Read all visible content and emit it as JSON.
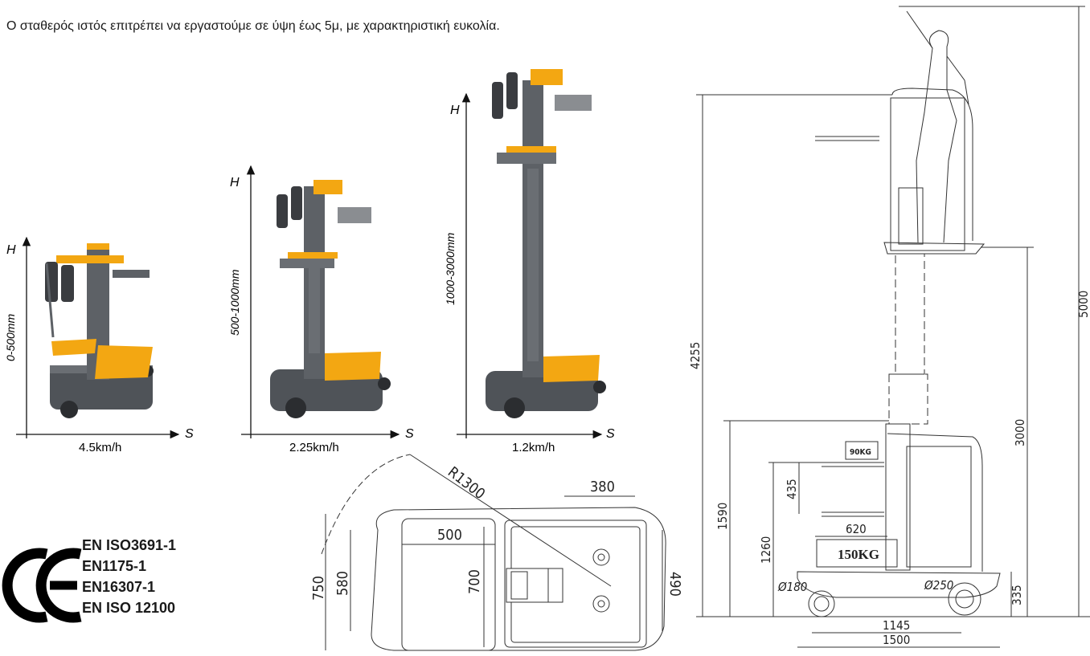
{
  "intro_text": "Ο σταθερός ιστός επιτρέπει να εργαστούμε σε ύψη έως 5μ, με χαρακτηριστική ευκολία.",
  "axes": [
    {
      "y_label": "H",
      "x_label": "S",
      "range": "0-500mm",
      "speed": "4.5km/h"
    },
    {
      "y_label": "H",
      "x_label": "S",
      "range": "500-1000mm",
      "speed": "2.25km/h"
    },
    {
      "y_label": "H",
      "x_label": "S",
      "range": "1000-3000mm",
      "speed": "1.2km/h"
    }
  ],
  "standards": [
    "EN ISO3691-1",
    "EN1175-1",
    "EN16307-1",
    "EN ISO 12100"
  ],
  "ce_mark": "CE",
  "top_view": {
    "radius": "R1300",
    "dim_380": "380",
    "dim_500": "500",
    "dim_700": "700",
    "dim_750": "750",
    "dim_580": "580",
    "dim_490": "490"
  },
  "side_view": {
    "dim_4255": "4255",
    "dim_5000": "5000",
    "dim_3000": "3000",
    "dim_1590": "1590",
    "dim_1260": "1260",
    "dim_435": "435",
    "dim_620": "620",
    "dim_335": "335",
    "dim_1145": "1145",
    "dim_1500": "1500",
    "wheel_front": "Ø180",
    "wheel_rear": "Ø250",
    "load_top": "90KG",
    "load_main": "150KG"
  },
  "colors": {
    "accent": "#f3a712",
    "body": "#5d6166",
    "dark": "#2b2d30"
  }
}
